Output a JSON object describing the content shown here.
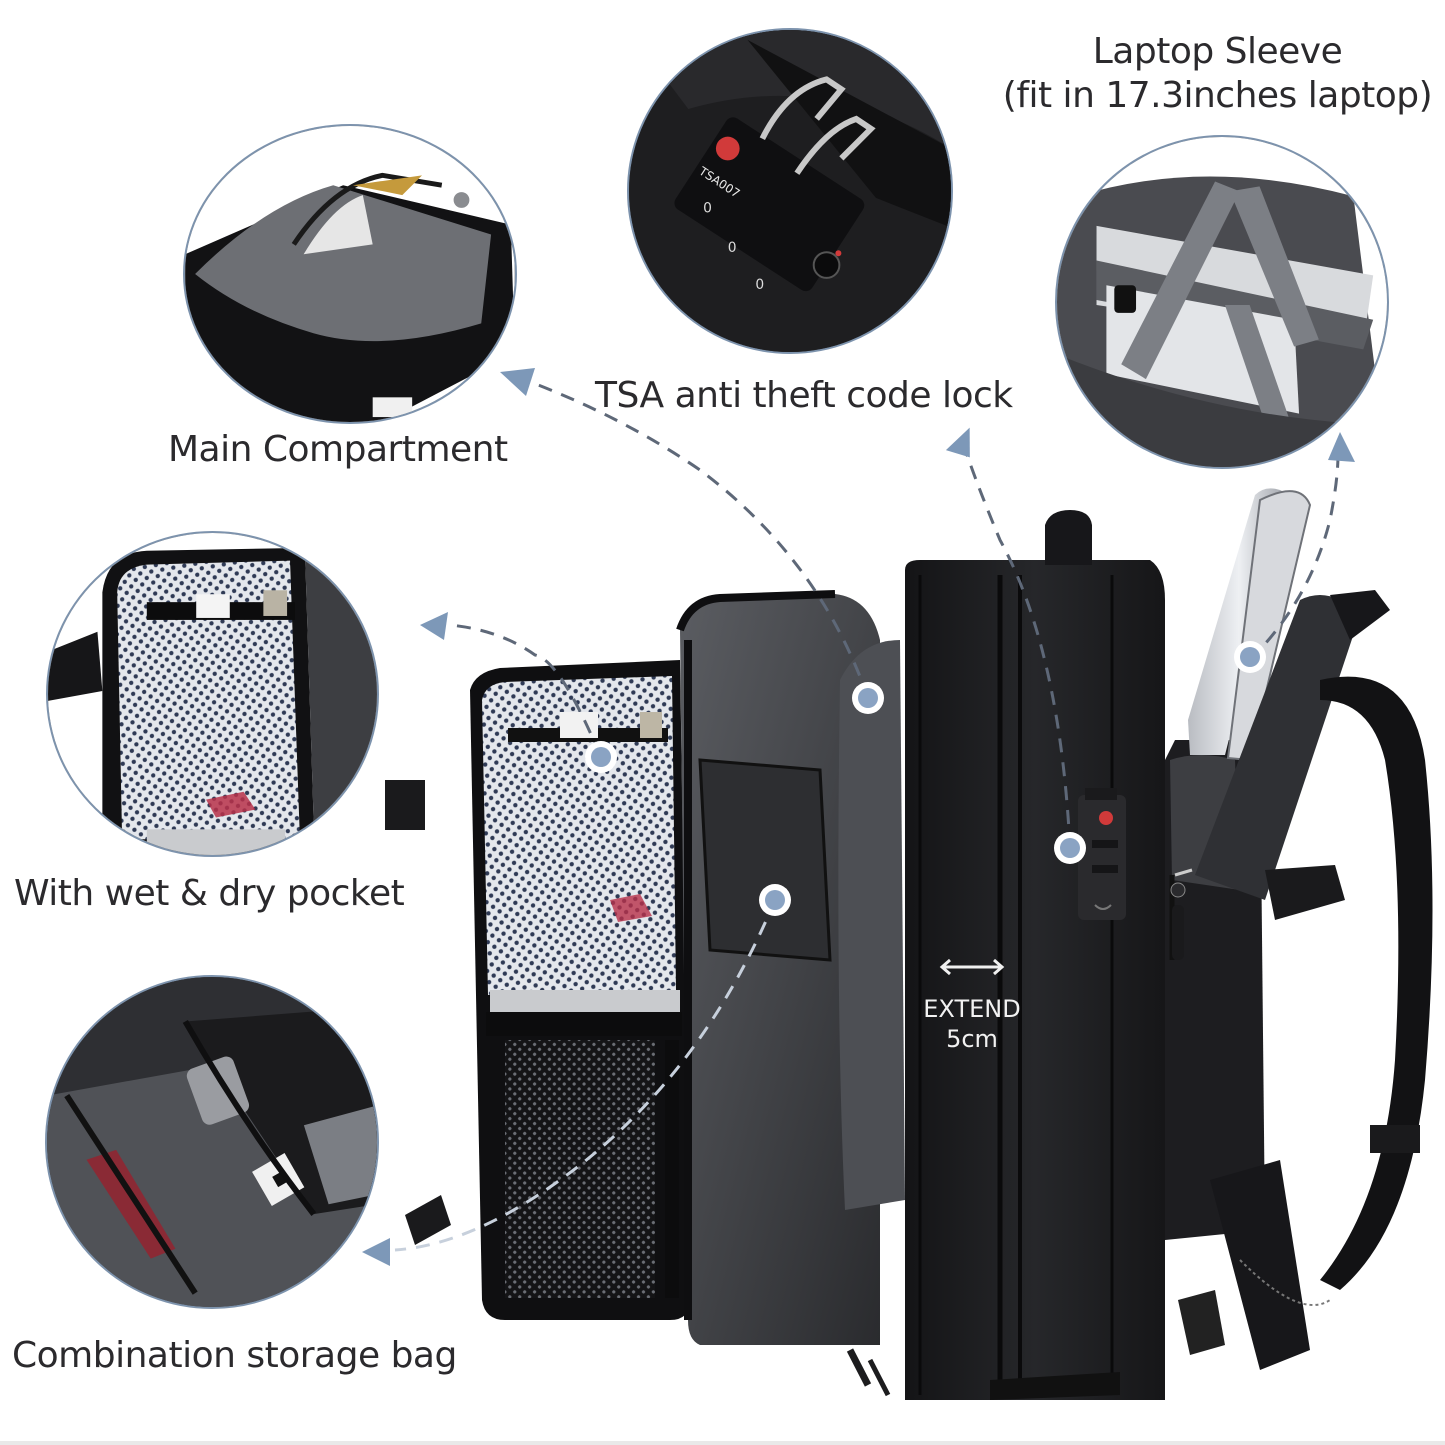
{
  "callouts": {
    "main_compartment": {
      "label": "Main Compartment",
      "icon": "zoom-detail-main-compartment"
    },
    "tsa_lock": {
      "label": "TSA anti theft code lock",
      "lock_brand_text": "TSA007",
      "lock_digits": [
        "0",
        "0",
        "0"
      ],
      "icon": "zoom-detail-tsa-lock"
    },
    "laptop_sleeve": {
      "title": "Laptop Sleeve",
      "subtitle": "(fit in 17.3inches laptop)",
      "icon": "zoom-detail-laptop-sleeve"
    },
    "wet_dry_pocket": {
      "label": "With wet & dry pocket",
      "icon": "zoom-detail-wet-dry-pocket"
    },
    "combination_bag": {
      "label": "Combination storage bag",
      "icon": "zoom-detail-combination-bag"
    }
  },
  "extend_badge": {
    "line1": "EXTEND",
    "line2": "5cm",
    "icon": "double-arrow-icon"
  },
  "colors": {
    "text": "#2b2a2d",
    "circle_border": "#7d93ad",
    "marker_fill": "#8aa3c3",
    "arrow_fill": "#7d98b8",
    "bag_black": "#1c1c1e",
    "bag_dark_gray": "#3a3b3f",
    "mesh_light": "#d9dde4",
    "lock_red": "#d13a3a"
  }
}
